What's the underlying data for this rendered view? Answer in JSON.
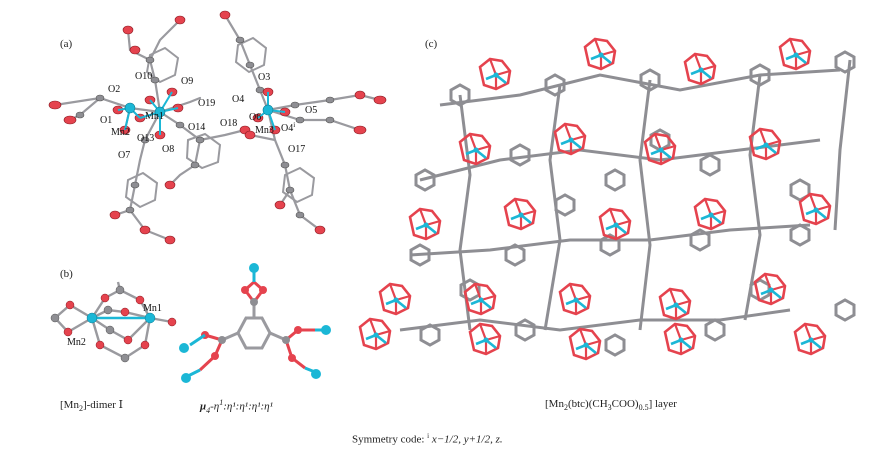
{
  "panels": {
    "a": "(a)",
    "b": "(b)",
    "c": "(c)"
  },
  "atom_labels": {
    "mn1": "Mn1",
    "mn2": "Mn2",
    "mn3": "Mn3",
    "o1": "O1",
    "o2": "O2",
    "o3": "O3",
    "o4": "O4",
    "o4i": "O4",
    "o4i_sup": "i",
    "o5": "O5",
    "o6": "O6",
    "o7": "O7",
    "o8": "O8",
    "o9": "O9",
    "o10": "O10",
    "o13": "O13",
    "o14": "O14",
    "o17": "O17",
    "o18": "O18",
    "o19": "O19"
  },
  "dimer_labels": {
    "mn1": "Mn1",
    "mn2": "Mn2"
  },
  "captions": {
    "dimer_pre": "[Mn",
    "dimer_sub": "2",
    "dimer_post": "]-dimer Ⅰ",
    "mode_mu": "μ",
    "mode_sub": "4",
    "mode_eta": "-η",
    "mode_rest": "1",
    "mode_full_suffix": ":η¹:η¹:η¹:η¹",
    "layer_pre": "[Mn",
    "layer_sub1": "2",
    "layer_mid": "(btc)(CH",
    "layer_sub2": "3",
    "layer_mid2": "COO)",
    "layer_sub3": "0.5",
    "layer_post": "] layer",
    "symmetry_prefix": "Symmetry code: ",
    "symmetry_sup": "i",
    "symmetry_code": " x−1/2, y+1/2, z."
  },
  "colors": {
    "oxygen": "#e5434e",
    "carbon": "#8e8e93",
    "manganese": "#1bb7d6",
    "bond": "#9a9a9f"
  }
}
